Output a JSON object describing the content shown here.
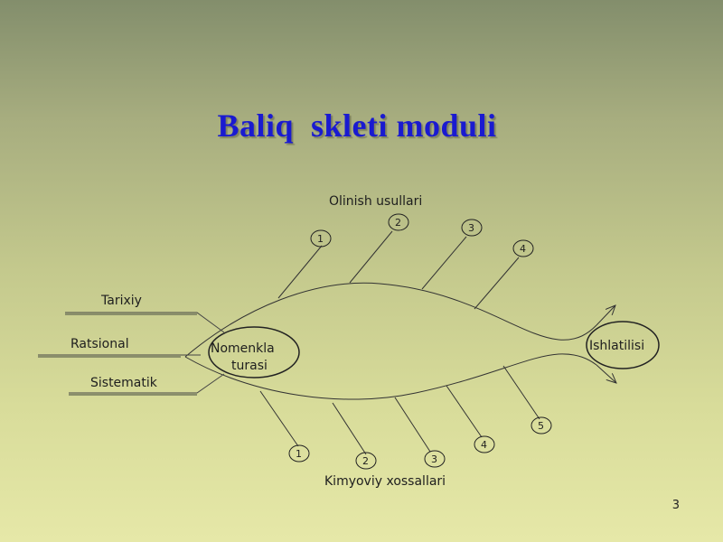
{
  "title": "Baliq  skleti moduli",
  "page_number": "3",
  "diagram": {
    "top_label": "Olinish   usullari",
    "bottom_label": "Kimyoviy   xossallari",
    "head_label_line1": "Nomenkla",
    "head_label_line2": "turasi",
    "tail_label": "Ishlatilisi",
    "left_labels": [
      "Tarixiy",
      "Ratsional",
      "Sistematik"
    ],
    "top_bone_numbers": [
      "1",
      "2",
      "3",
      "4"
    ],
    "bottom_bone_numbers": [
      "1",
      "2",
      "3",
      "4",
      "5"
    ]
  }
}
